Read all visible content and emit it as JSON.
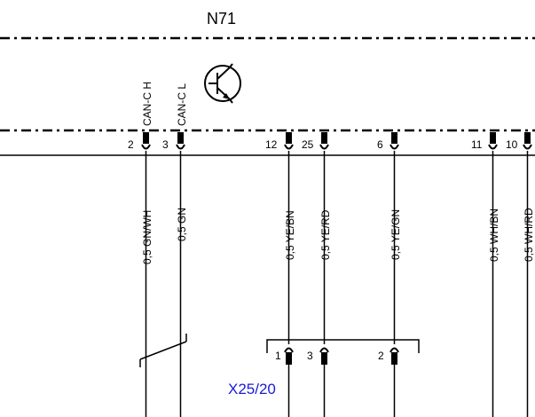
{
  "module": {
    "name": "N71",
    "signals": {
      "can_h": "CAN-C H",
      "can_l": "CAN-C L"
    },
    "pins": [
      {
        "pin": "2",
        "wire": "0,5 GN/WH"
      },
      {
        "pin": "3",
        "wire": "0,5 GN"
      },
      {
        "pin": "12",
        "wire": "0,5 YE/BN"
      },
      {
        "pin": "25",
        "wire": "0,5 YE/RD"
      },
      {
        "pin": "6",
        "wire": "0,5 YE/GN"
      },
      {
        "pin": "11",
        "wire": "0,5 WH/BN"
      },
      {
        "pin": "10",
        "wire": "0,5 WH/RD"
      }
    ]
  },
  "connector": {
    "name": "X25/20",
    "pins": [
      "1",
      "3",
      "2"
    ],
    "color": "#1a1ad8"
  },
  "icons": [
    "transistor-icon"
  ]
}
